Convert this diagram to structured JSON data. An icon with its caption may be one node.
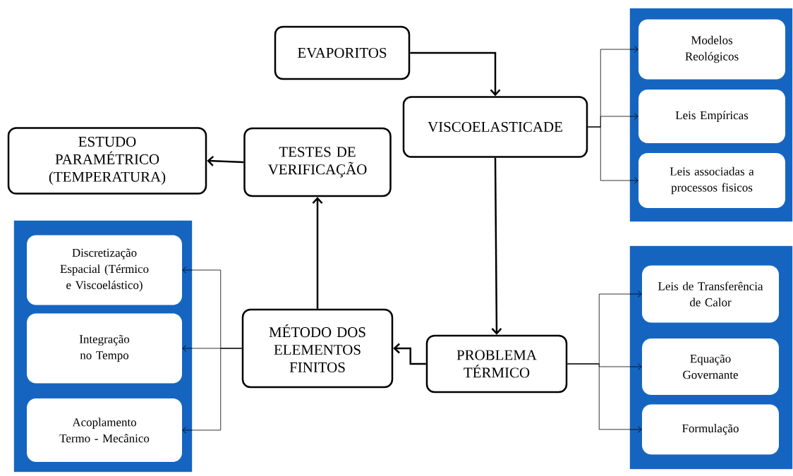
{
  "diagram": {
    "nodes": [
      {
        "text": [
          "EVAPORITOS"
        ]
      },
      {
        "text": [
          "VISCOELASTICADE"
        ]
      },
      {
        "text": [
          "ESTUDO PARAMÉTRICO (TEMPERATURA)"
        ]
      },
      {
        "text": [
          "TESTES DE VERIFICAÇÃO"
        ]
      },
      {
        "text": [],
        "shape": "box"
      },
      {
        "text": [
          "Modelos Reológicos"
        ],
        "in": 4
      },
      {
        "text": [
          "Leis Empíricas"
        ],
        "in": 4
      },
      {
        "text": [
          "Leis associadas a processos fisicos"
        ],
        "in": 4
      },
      {
        "text": [],
        "shape": "box"
      },
      {
        "text": [
          "Discretização Espacial (Térmico e Viscoelástico)"
        ],
        "in": 8
      },
      {
        "text": [
          "Integração no Tempo"
        ],
        "in": 8
      },
      {
        "text": [
          "Acoplamento Termo - Mecânico"
        ],
        "in": 8
      },
      {
        "text": [
          "MÉTODO DOS ELEMENTOS FINITOS"
        ]
      },
      {
        "text": [
          "PROBLEMA TÉRMICO"
        ]
      },
      {
        "text": [],
        "shape": "box"
      },
      {
        "text": [
          "Leis de Transferência de Calor"
        ],
        "in": 14
      },
      {
        "text": [
          "Equação Governante"
        ],
        "in": 14
      },
      {
        "text": [
          "Formulação"
        ],
        "in": 14
      }
    ],
    "edges": [
      {
        "from": 0,
        "to": 1,
        "arrow": "to",
        "style": "thick"
      },
      {
        "from": 1,
        "to": 13,
        "arrow": "to",
        "style": "thick"
      },
      {
        "from": 13,
        "to": 12,
        "arrow": "to",
        "style": "thick"
      },
      {
        "from": 12,
        "to": 3,
        "arrow": "to",
        "style": "thick"
      },
      {
        "from": 3,
        "to": 2,
        "arrow": "to",
        "style": "thick"
      },
      {
        "from": 1,
        "to": 5,
        "arrow": "to"
      },
      {
        "from": 1,
        "to": 6,
        "arrow": "to"
      },
      {
        "from": 1,
        "to": 7,
        "arrow": "to"
      },
      {
        "from": 13,
        "to": 15,
        "arrow": "to"
      },
      {
        "from": 13,
        "to": 16,
        "arrow": "to"
      },
      {
        "from": 13,
        "to": 17,
        "arrow": "to"
      },
      {
        "from": 12,
        "to": 9,
        "arrow": "to"
      },
      {
        "from": 12,
        "to": 10,
        "arrow": "to"
      },
      {
        "from": 12,
        "to": 11,
        "arrow": "to"
      }
    ]
  }
}
